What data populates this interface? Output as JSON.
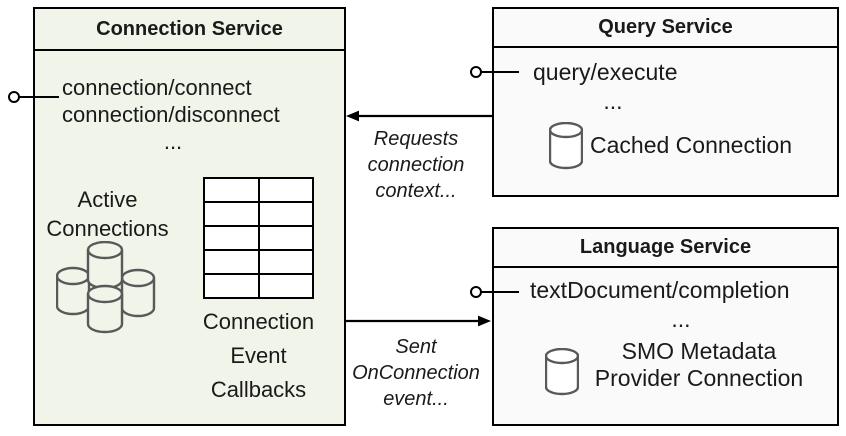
{
  "colors": {
    "connection_box_fill": "#f1f4e9",
    "service_box_fill": "#fafafa",
    "border": "#000000",
    "cylinder_stroke": "#595959",
    "text": "#1a1a1a"
  },
  "connection_service": {
    "title": "Connection Service",
    "methods": [
      "connection/connect",
      "connection/disconnect",
      "..."
    ],
    "active_connections_label": "Active\nConnections",
    "callbacks_label": "Connection\nEvent\nCallbacks"
  },
  "query_service": {
    "title": "Query Service",
    "methods": [
      "query/execute",
      "..."
    ],
    "cached_connection_label": "Cached Connection"
  },
  "language_service": {
    "title": "Language Service",
    "methods": [
      "textDocument/completion",
      "..."
    ],
    "smo_label": "SMO Metadata\nProvider Connection"
  },
  "arrows": {
    "requests_label": "Requests\nconnection\ncontext...",
    "sent_label": "Sent\nOnConnection\nevent..."
  }
}
